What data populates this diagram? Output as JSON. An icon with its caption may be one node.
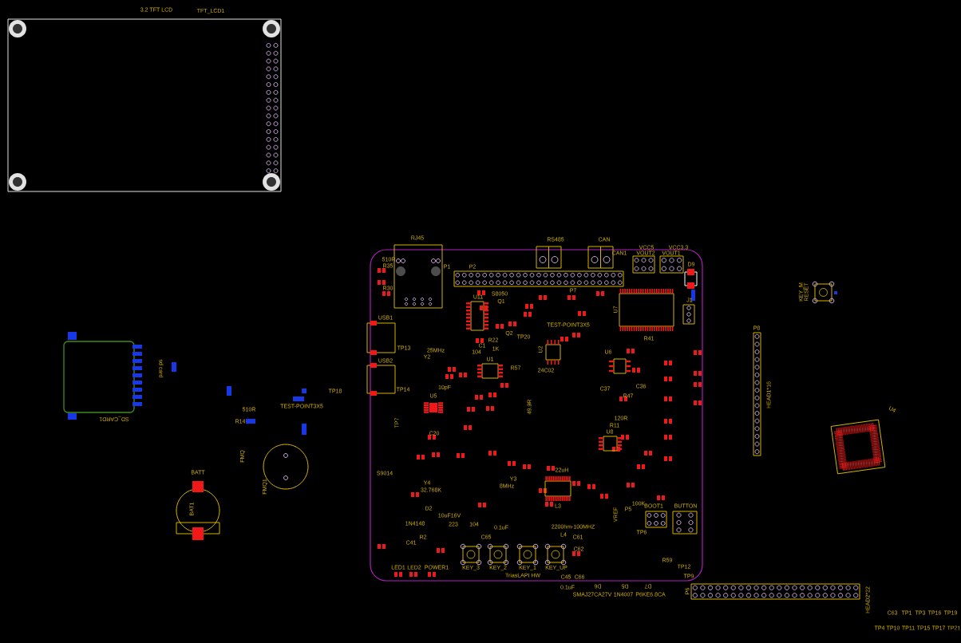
{
  "diagram": {
    "nodes": [
      {
        "text": [
          "3.2 TFT LCD",
          "TFT_LCD1"
        ]
      },
      {
        "text": [
          "TriasLAPI HW"
        ]
      },
      {
        "text": [
          "RJ45"
        ],
        "in": 1
      },
      {
        "text": [
          "RS485"
        ],
        "in": 1
      },
      {
        "text": [
          "CAN"
        ],
        "in": 1
      },
      {
        "text": [
          "VCC5",
          "VOUT2"
        ],
        "in": 1
      },
      {
        "text": [
          "VCC3.3",
          "VOUT1"
        ],
        "in": 1
      },
      {
        "text": [
          "D9"
        ],
        "in": 1
      },
      {
        "text": [
          "P7"
        ],
        "in": 1
      },
      {
        "text": [
          "J1"
        ],
        "in": 1
      },
      {
        "text": [
          "U11"
        ],
        "in": 1
      },
      {
        "text": [
          "USB1"
        ],
        "in": 1
      },
      {
        "text": [
          "U2",
          "24C02"
        ],
        "in": 1
      },
      {
        "text": [
          "U7"
        ],
        "in": 1
      },
      {
        "text": [
          "U1"
        ],
        "in": 1
      },
      {
        "text": [
          "USB2"
        ],
        "in": 1
      },
      {
        "text": [
          "U6"
        ],
        "in": 1
      },
      {
        "text": [
          "U5"
        ],
        "in": 1
      },
      {
        "text": [
          "U8"
        ],
        "in": 1
      },
      {
        "text": [
          "22uH",
          "L3"
        ],
        "in": 1
      },
      {
        "text": [
          "BOOT1"
        ],
        "in": 1
      },
      {
        "text": [
          "BUTTON"
        ],
        "in": 1
      },
      {
        "text": [
          "KEY_3"
        ],
        "in": 1
      },
      {
        "text": [
          "KEY_2"
        ],
        "in": 1
      },
      {
        "text": [
          "KEY_1"
        ],
        "in": 1
      },
      {
        "text": [
          "KEY_UP"
        ],
        "in": 1
      },
      {
        "text": [
          "SD_CARD1",
          "sd card"
        ]
      },
      {
        "text": [
          "KEY_M",
          "RESET"
        ]
      },
      {
        "text": [
          "P8",
          "HEAD1*16"
        ]
      },
      {
        "text": [
          "U4"
        ]
      },
      {
        "text": [
          "BATT",
          "BAT1"
        ]
      },
      {
        "text": [
          "FMQ",
          "FMQ1"
        ]
      },
      {
        "text": [
          "P6",
          "HEAD2*22"
        ]
      }
    ],
    "labels": [
      "510R",
      "R35",
      "R30",
      "P1",
      "P2",
      "S8050",
      "Q1",
      "TP13",
      "25MHz",
      "Y2",
      "C1",
      "104",
      "R22",
      "1K",
      "Q2",
      "TP20",
      "TP14",
      "10pF",
      "R57",
      "49.9R",
      "TEST-POINT3X5",
      "R41",
      "C37",
      "C36",
      "R47",
      "120R",
      "R11",
      "TP7",
      "C20",
      "S9014",
      "Y4",
      "32.768K",
      "8MHz",
      "Y3",
      "10uF16V",
      "D2",
      "1N4148",
      "R2",
      "223",
      "104",
      "0.1uF",
      "C41",
      "C65",
      "2200hm-100MHZ",
      "L4",
      "TP6",
      "C61",
      "C62",
      "LED1",
      "LED2",
      "POWER1",
      "C45",
      "C66",
      "R59",
      "TP12",
      "TP9",
      "0.1uF",
      "SMAJ27CA27V",
      "1N4007",
      "P6KE6.8CA",
      "D6",
      "D5",
      "D7",
      "VREF",
      "P5",
      "100K",
      "CAN1",
      "R14",
      "510R",
      "TP18",
      "TEST-POINT3X5",
      "C63",
      "TP1",
      "TP3",
      "TP16",
      "TP19",
      "TP4",
      "TP10",
      "TP11",
      "TP15",
      "TP17",
      "TP21"
    ]
  }
}
